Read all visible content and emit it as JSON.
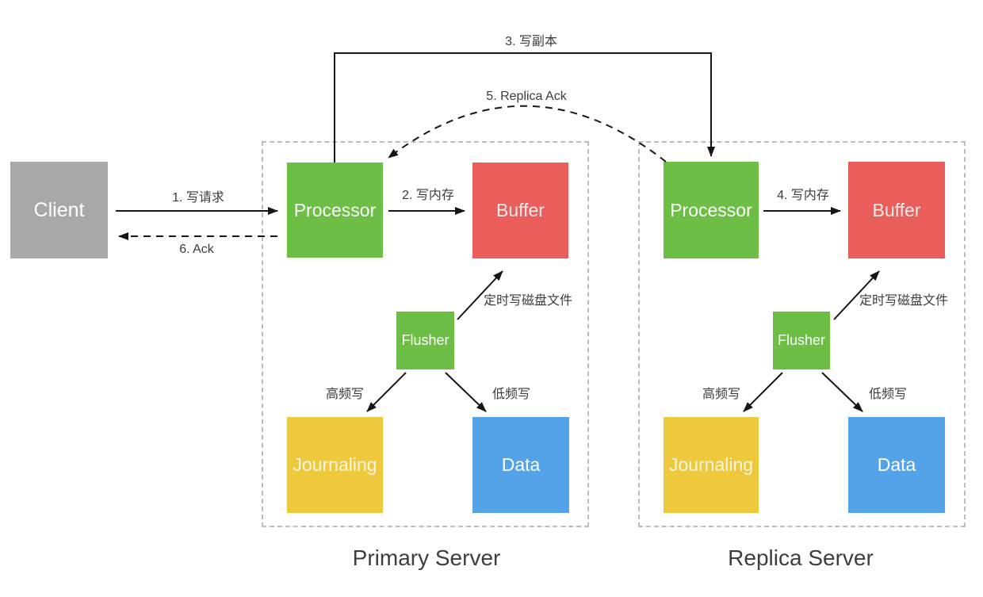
{
  "client": {
    "label": "Client"
  },
  "servers": {
    "primary": {
      "title": "Primary Server",
      "boxes": {
        "processor": "Processor",
        "buffer": "Buffer",
        "flusher": "Flusher",
        "journaling": "Journaling",
        "data": "Data"
      },
      "edge_labels": {
        "flush_to_buffer": "定时写磁盘文件",
        "high_freq": "高频写",
        "low_freq": "低频写"
      }
    },
    "replica": {
      "title": "Replica Server",
      "boxes": {
        "processor": "Processor",
        "buffer": "Buffer",
        "flusher": "Flusher",
        "journaling": "Journaling",
        "data": "Data"
      },
      "edge_labels": {
        "flush_to_buffer": "定时写磁盘文件",
        "high_freq": "高频写",
        "low_freq": "低频写"
      }
    }
  },
  "flow_labels": {
    "step1_write_request": "1. 写请求",
    "step2_write_memory": "2. 写内存",
    "step3_write_replica": "3. 写副本",
    "step4_write_memory": "4. 写内存",
    "step5_replica_ack": "5. Replica Ack",
    "step6_ack": "6. Ack"
  },
  "colors": {
    "processor_green": "#6cbe45",
    "buffer_red": "#e95e5b",
    "journaling_yellow": "#eec93e",
    "data_blue": "#54a3e8",
    "client_gray": "#a8a8a8",
    "dashed_border_gray": "#bcbcbc",
    "arrow_black": "#161616",
    "label_dark": "#3b3b3b"
  }
}
